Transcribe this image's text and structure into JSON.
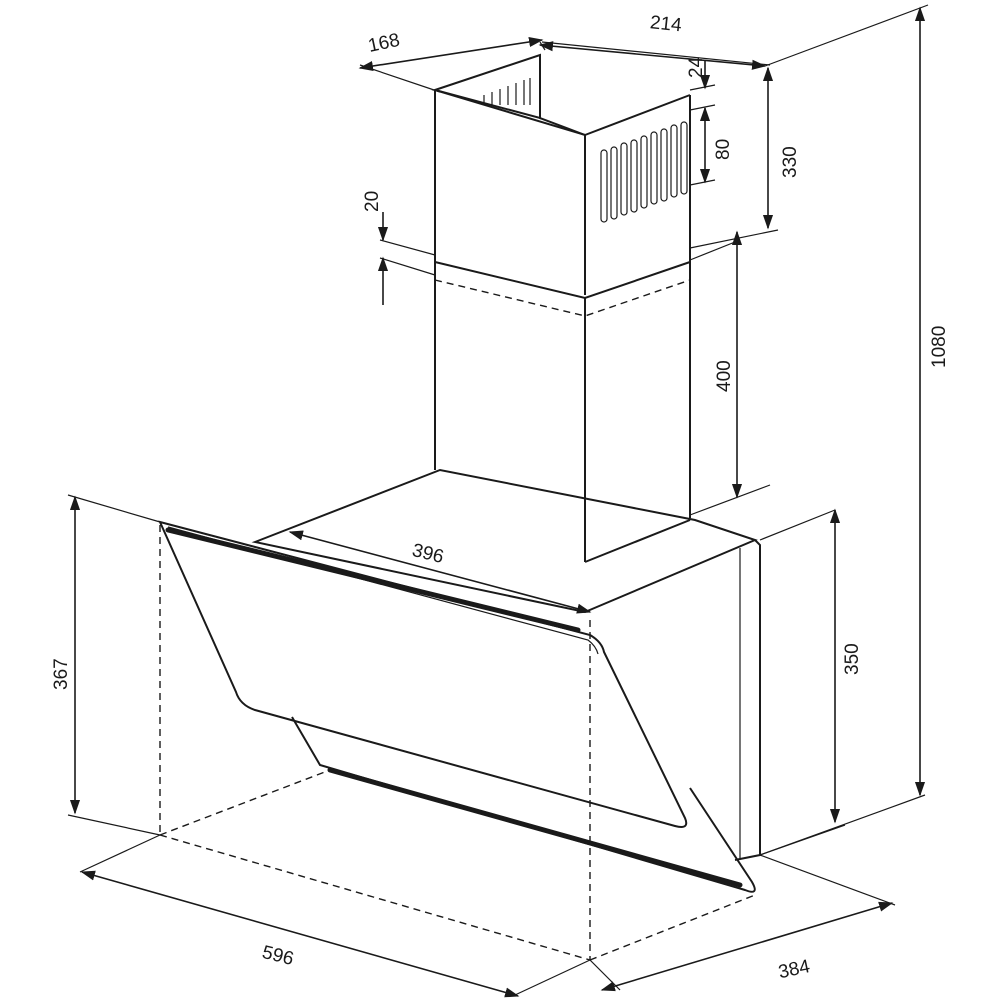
{
  "drawing": {
    "dimensions": {
      "chimney_depth": "168",
      "chimney_width": "214",
      "vent_offset": "24",
      "vent_height": "80",
      "chimney_top_height": "330",
      "overlap": "20",
      "chimney_lower_height": "400",
      "total_height": "1080",
      "body_depth_top": "396",
      "glass_height": "367",
      "body_height": "350",
      "width": "596",
      "depth": "384"
    }
  }
}
